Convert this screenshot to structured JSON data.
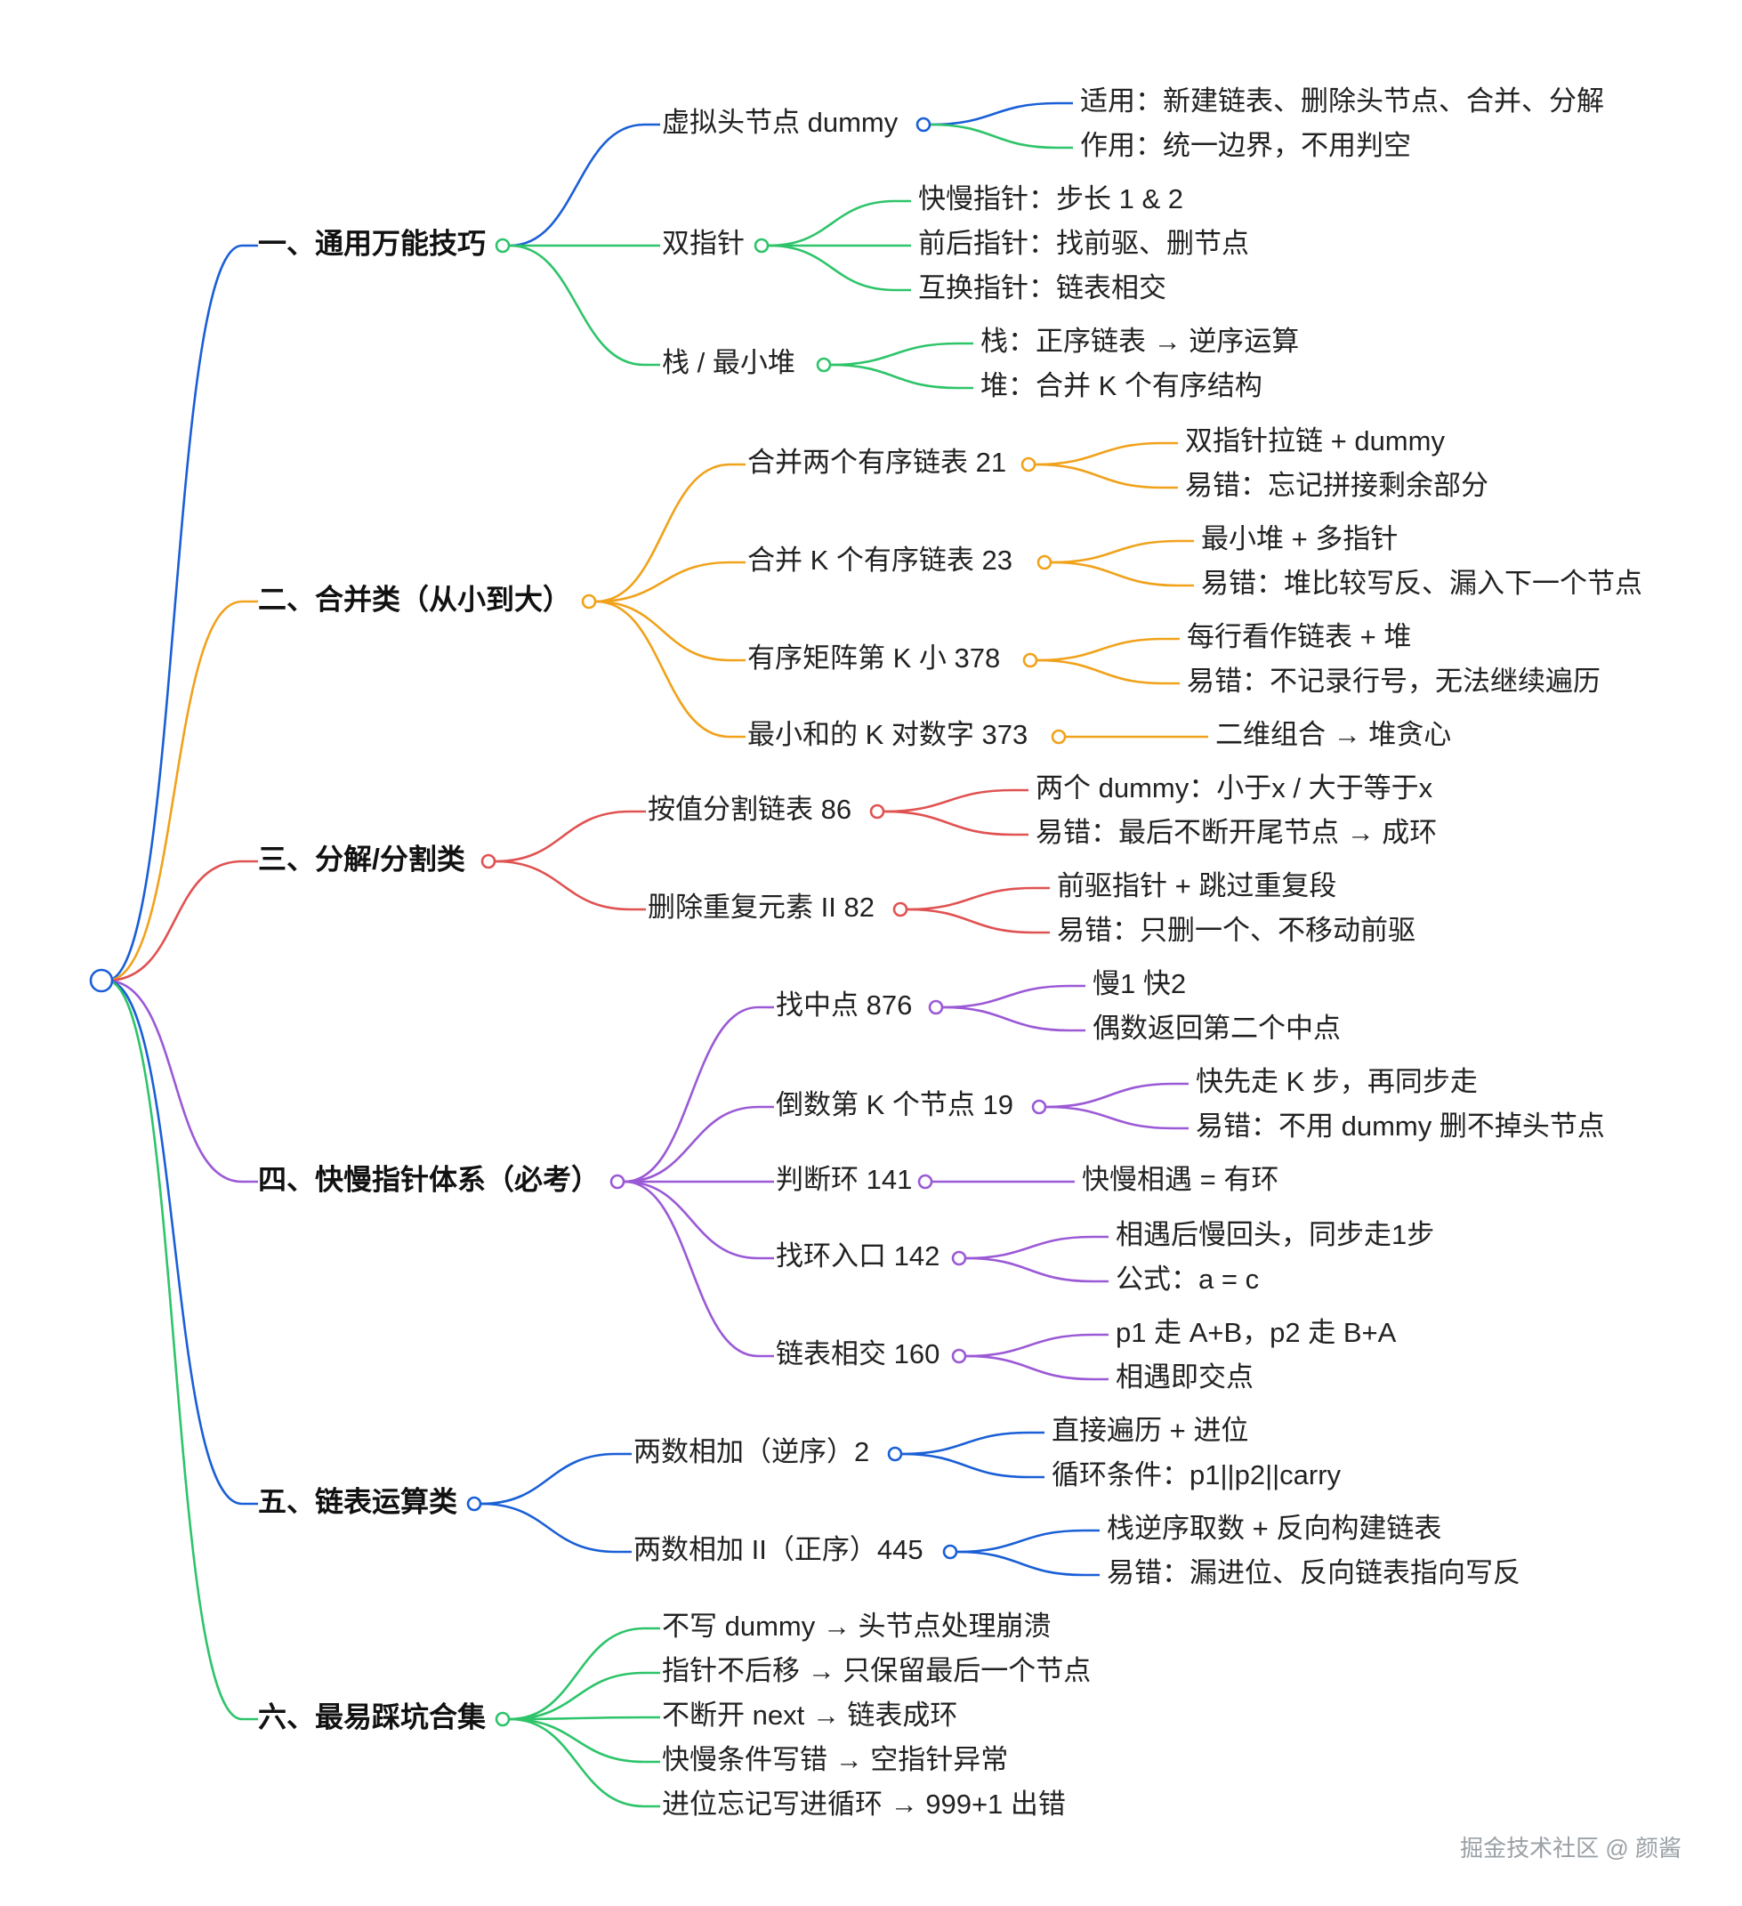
{
  "watermark": "掘金技术社区 @ 颜酱",
  "colors": {
    "blue": "#1a5fd6",
    "green": "#2ec46a",
    "orange": "#f0a21b",
    "red": "#e05252",
    "purple": "#9b59d6"
  },
  "root_color": "#1a5fd6",
  "branches": [
    {
      "label": "一、通用万能技巧",
      "color": "green",
      "edge_color": "blue",
      "children": [
        {
          "label": "虚拟头节点 dummy",
          "color": "blue",
          "children": [
            {
              "label": "适用：新建链表、删除头节点、合并、分解",
              "color": "blue"
            },
            {
              "label": "作用：统一边界，不用判空",
              "color": "green"
            }
          ]
        },
        {
          "label": "双指针",
          "color": "green",
          "children": [
            {
              "label": "快慢指针：步长 1 & 2",
              "color": "green"
            },
            {
              "label": "前后指针：找前驱、删节点",
              "color": "green"
            },
            {
              "label": "互换指针：链表相交",
              "color": "green"
            }
          ]
        },
        {
          "label": "栈 / 最小堆",
          "color": "green",
          "children": [
            {
              "label": "栈：正序链表 → 逆序运算",
              "color": "green"
            },
            {
              "label": "堆：合并 K 个有序结构",
              "color": "green"
            }
          ]
        }
      ]
    },
    {
      "label": "二、合并类（从小到大）",
      "color": "orange",
      "edge_color": "orange",
      "children": [
        {
          "label": "合并两个有序链表 21",
          "color": "orange",
          "children": [
            {
              "label": "双指针拉链 + dummy",
              "color": "orange"
            },
            {
              "label": "易错：忘记拼接剩余部分",
              "color": "orange"
            }
          ]
        },
        {
          "label": "合并 K 个有序链表 23",
          "color": "orange",
          "children": [
            {
              "label": "最小堆 + 多指针",
              "color": "orange"
            },
            {
              "label": "易错：堆比较写反、漏入下一个节点",
              "color": "orange"
            }
          ]
        },
        {
          "label": "有序矩阵第 K 小 378",
          "color": "orange",
          "children": [
            {
              "label": "每行看作链表 + 堆",
              "color": "orange"
            },
            {
              "label": "易错：不记录行号，无法继续遍历",
              "color": "orange"
            }
          ]
        },
        {
          "label": "最小和的 K 对数字 373",
          "color": "orange",
          "children": [
            {
              "label": "二维组合 → 堆贪心",
              "color": "orange"
            }
          ]
        }
      ]
    },
    {
      "label": "三、分解/分割类",
      "color": "red",
      "edge_color": "red",
      "children": [
        {
          "label": "按值分割链表 86",
          "color": "red",
          "children": [
            {
              "label": "两个 dummy：小于x / 大于等于x",
              "color": "red"
            },
            {
              "label": "易错：最后不断开尾节点 → 成环",
              "color": "red"
            }
          ]
        },
        {
          "label": "删除重复元素 II 82",
          "color": "red",
          "children": [
            {
              "label": "前驱指针 + 跳过重复段",
              "color": "red"
            },
            {
              "label": "易错：只删一个、不移动前驱",
              "color": "red"
            }
          ]
        }
      ]
    },
    {
      "label": "四、快慢指针体系（必考）",
      "color": "purple",
      "edge_color": "purple",
      "children": [
        {
          "label": "找中点 876",
          "color": "purple",
          "children": [
            {
              "label": "慢1 快2",
              "color": "purple"
            },
            {
              "label": "偶数返回第二个中点",
              "color": "purple"
            }
          ]
        },
        {
          "label": "倒数第 K 个节点 19",
          "color": "purple",
          "children": [
            {
              "label": "快先走 K 步，再同步走",
              "color": "purple"
            },
            {
              "label": "易错：不用 dummy 删不掉头节点",
              "color": "purple"
            }
          ]
        },
        {
          "label": "判断环 141",
          "color": "purple",
          "children": [
            {
              "label": "快慢相遇 = 有环",
              "color": "purple"
            }
          ]
        },
        {
          "label": "找环入口 142",
          "color": "purple",
          "children": [
            {
              "label": "相遇后慢回头，同步走1步",
              "color": "purple"
            },
            {
              "label": "公式：a = c",
              "color": "purple"
            }
          ]
        },
        {
          "label": "链表相交 160",
          "color": "purple",
          "children": [
            {
              "label": "p1 走 A+B，p2 走 B+A",
              "color": "purple"
            },
            {
              "label": "相遇即交点",
              "color": "purple"
            }
          ]
        }
      ]
    },
    {
      "label": "五、链表运算类",
      "color": "blue",
      "edge_color": "blue",
      "children": [
        {
          "label": "两数相加（逆序）2",
          "color": "blue",
          "children": [
            {
              "label": "直接遍历 + 进位",
              "color": "blue"
            },
            {
              "label": "循环条件：p1||p2||carry",
              "color": "blue"
            }
          ]
        },
        {
          "label": "两数相加 II（正序）445",
          "color": "blue",
          "children": [
            {
              "label": "栈逆序取数 + 反向构建链表",
              "color": "blue"
            },
            {
              "label": "易错：漏进位、反向链表指向写反",
              "color": "blue"
            }
          ]
        }
      ]
    },
    {
      "label": "六、最易踩坑合集",
      "color": "green",
      "edge_color": "green",
      "children": [
        {
          "label": "不写 dummy → 头节点处理崩溃",
          "color": "green"
        },
        {
          "label": "指针不后移 → 只保留最后一个节点",
          "color": "green"
        },
        {
          "label": "不断开 next → 链表成环",
          "color": "green"
        },
        {
          "label": "快慢条件写错 → 空指针异常",
          "color": "green"
        },
        {
          "label": "进位忘记写进循环 → 999+1 出错",
          "color": "green"
        }
      ]
    }
  ]
}
